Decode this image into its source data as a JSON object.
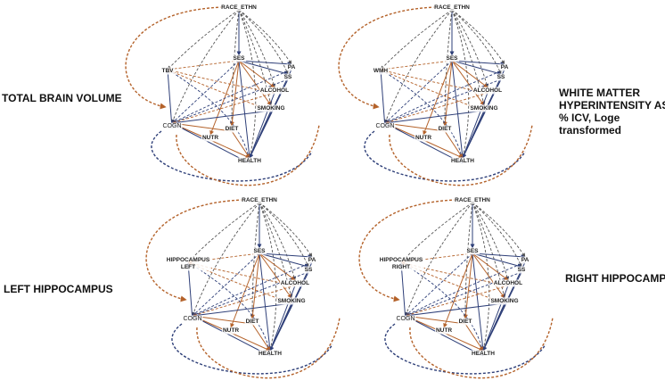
{
  "colors": {
    "blue": "#2e3f78",
    "orange": "#b4622a",
    "gray": "#555555"
  },
  "panels": [
    {
      "id": "tbv",
      "title_lines": [
        "TOTAL BRAIN VOLUME"
      ],
      "outcome_lines": [
        "TBV"
      ]
    },
    {
      "id": "wmh",
      "title_lines": [
        "WHITE MATTER",
        "HYPERINTENSITY AS",
        "% ICV, Loge",
        "transformed"
      ],
      "outcome_lines": [
        "WMH"
      ]
    },
    {
      "id": "hcl",
      "title_lines": [
        "LEFT HIPPOCAMPUS"
      ],
      "outcome_lines": [
        "HIPPOCAMPUS",
        "LEFT"
      ]
    },
    {
      "id": "hcr",
      "title_lines": [
        "RIGHT HIPPOCAMPUS"
      ],
      "outcome_lines": [
        "HIPPOCAMPUS",
        "RIGHT"
      ]
    }
  ],
  "node_labels": {
    "race": "RACE_ETHN",
    "ses": "SES",
    "pa": "PA",
    "ss": "SS",
    "alcohol": "ALCOHOL",
    "smoking": "SMOKING",
    "diet": "DIET",
    "nutr": "NUTR",
    "cogn": "COGN",
    "health": "HEALTH"
  }
}
